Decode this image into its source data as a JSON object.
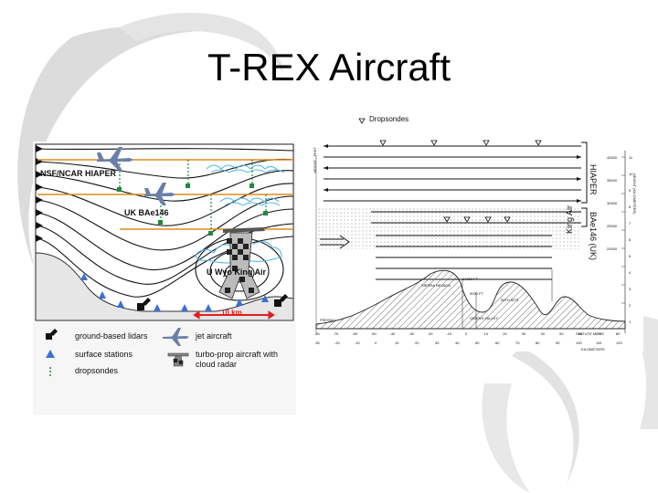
{
  "slide": {
    "title": "T-REX Aircraft",
    "background_color": "#ffffff",
    "swoosh_color": "#d0d0d0"
  },
  "left_diagram": {
    "aircraft_labels": {
      "hiaper": "NSF/NCAR HIAPER",
      "bae146": "UK BAe146",
      "king_air": "U Wyo King Air"
    },
    "scale_label": "10 km",
    "legend": {
      "lidars": "ground-based lidars",
      "surface": "surface stations",
      "dropsondes": "dropsondes",
      "jet": "jet aircraft",
      "turboprop_line1": "turbo-prop aircraft with",
      "turboprop_line2": "cloud radar"
    },
    "colors": {
      "flight_track": "#e08a1e",
      "cloud": "#4fb3e8",
      "dropsonde": "#1e8a3c",
      "station": "#3a6fd8",
      "scale": "#e02020",
      "aircraft": "#6a7fa8"
    }
  },
  "right_diagram": {
    "dropsondes_label": "Dropsondes",
    "hiaper_label": "HIAPER",
    "bae_label": "BAe146 (UK)",
    "king_air_label": "King Air",
    "height_label": "HEIGHT - FEET",
    "height_km_label": "HEIGHT (KILOMETERS)",
    "statute_label": "STATUTE MILES",
    "km_label": "KILOMETERS",
    "fresno_label": "FRESNO",
    "peak_label_1": "14000 FT",
    "peak_label_2": "9000 FT",
    "sierra_label": "SIERRA NEVADA",
    "owens_label": "OWENS VALLEY",
    "inyo_label": "INYO MTS",
    "miles_ticks": [
      "-80",
      "-70",
      "-60",
      "-50",
      "-40",
      "-30",
      "-20",
      "-10",
      "0",
      "10",
      "20",
      "30",
      "40",
      "50",
      "60",
      "70",
      "80"
    ],
    "km_ticks": [
      "-30",
      "-20",
      "-10",
      "0",
      "10",
      "20",
      "30",
      "40",
      "50",
      "60",
      "70",
      "80",
      "90",
      "100",
      "110",
      "120"
    ],
    "right_axis_ticks": [
      "40000",
      "35000",
      "30000",
      "25000",
      "20000"
    ],
    "km_axis_ticks": [
      "11",
      "10",
      "9",
      "8",
      "7",
      "6",
      "5",
      "4",
      "3",
      "2",
      "1"
    ]
  }
}
